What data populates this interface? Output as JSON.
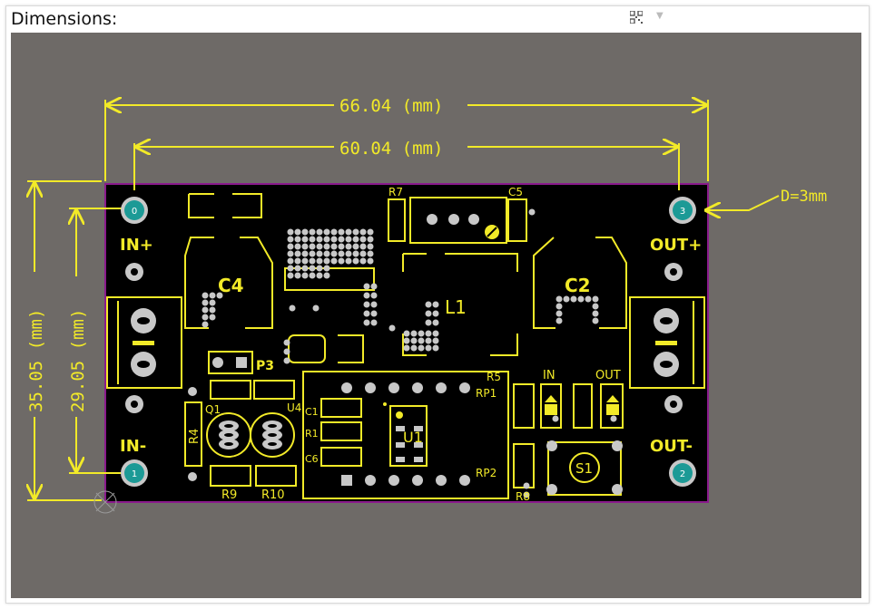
{
  "header": {
    "label": "Dimensions:"
  },
  "icons": {
    "qr": "qr-code-icon",
    "dropdown": "chevron-down-icon"
  },
  "colors": {
    "background": "#6e6a67",
    "board": "#000000",
    "board_outline": "#8a1a8c",
    "silkscreen": "#f2ea28",
    "dimension": "#f2ea28",
    "pad_ring": "#c8c8c8",
    "mount_pad": "#1c9a96"
  },
  "dimensions": {
    "outer_width": "66.04 (mm)",
    "hole_width": "60.04 (mm)",
    "outer_height": "35.05 (mm)",
    "hole_height": "29.05 (mm)",
    "hole_diameter": "D=3mm"
  },
  "mounting_holes": [
    "0",
    "3",
    "1",
    "2"
  ],
  "labels": {
    "in_plus": "IN+",
    "out_plus": "OUT+",
    "in_minus": "IN-",
    "out_minus": "OUT-",
    "c4": "C4",
    "c2": "C2",
    "l1": "L1",
    "r7": "R7",
    "c5": "C5",
    "p3": "P3",
    "r5": "R5",
    "rp1": "RP1",
    "rp2": "RP2",
    "in_led": "IN",
    "out_led": "OUT",
    "r4": "R4",
    "q1": "Q1",
    "u4": "U4",
    "c1": "C1",
    "r1": "R1",
    "c6": "C6",
    "u1": "U1",
    "r9": "R9",
    "r10": "R10",
    "r8": "R8",
    "s1": "S1"
  }
}
